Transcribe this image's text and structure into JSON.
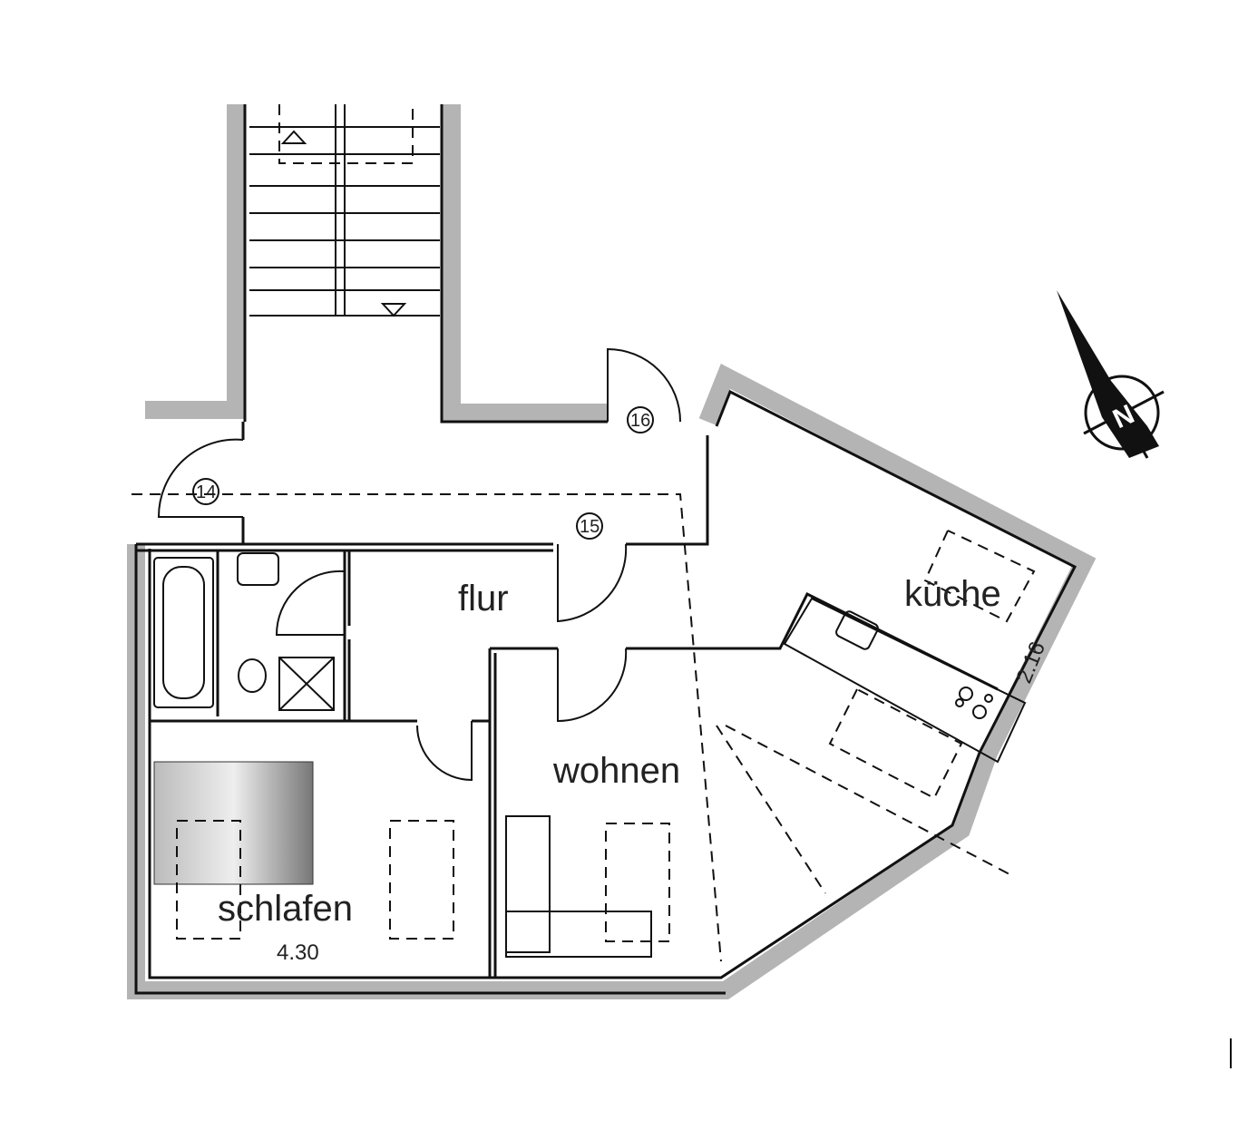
{
  "rooms": {
    "flur": "flur",
    "kueche": "küche",
    "wohnen": "wohnen",
    "schlafen": "schlafen"
  },
  "dimensions": {
    "schlafen_width": "4.30",
    "kueche_width": "2.16"
  },
  "markers": {
    "m14": "14",
    "m15": "15",
    "m16": "16"
  },
  "compass": {
    "label": "N"
  }
}
